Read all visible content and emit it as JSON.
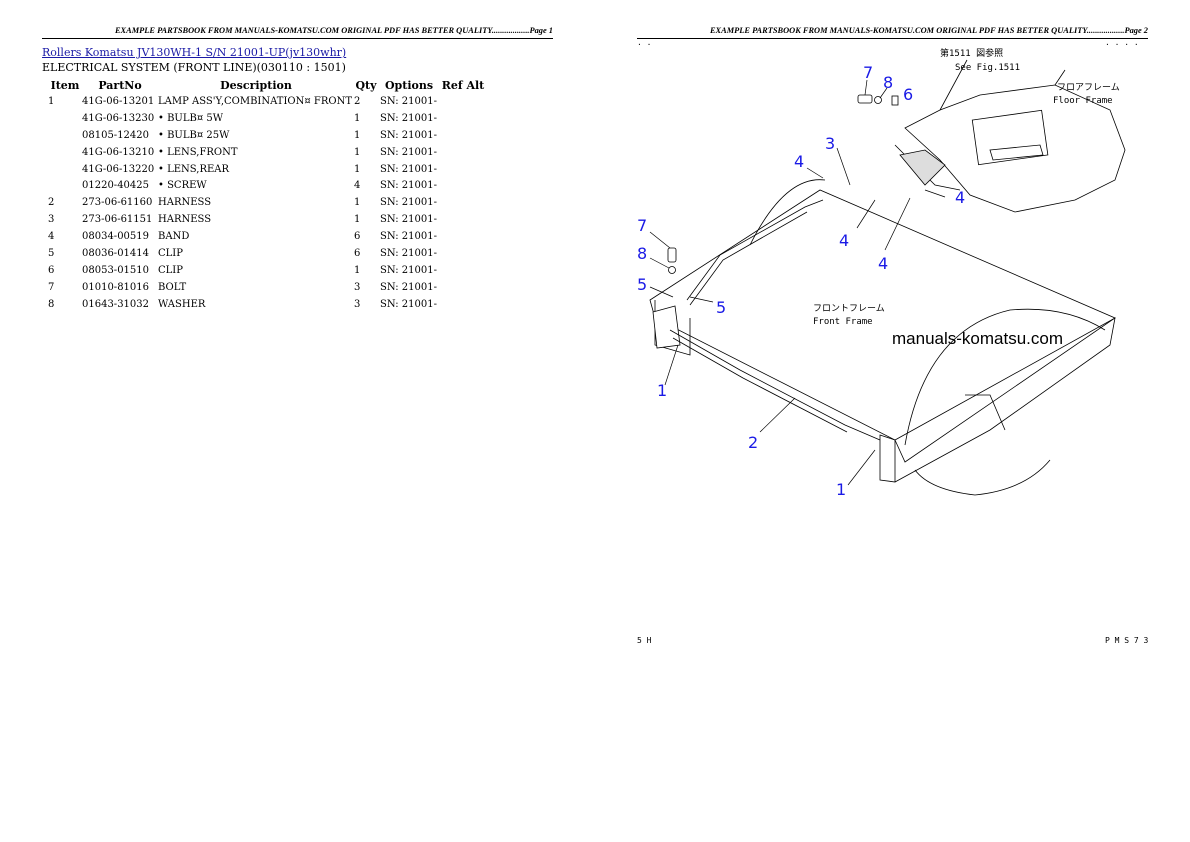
{
  "header": {
    "left": "EXAMPLE PARTSBOOK FROM MANUALS-KOMATSU.COM ORIGINAL PDF HAS BETTER QUALITY..................Page 1",
    "right": "EXAMPLE PARTSBOOK FROM MANUALS-KOMATSU.COM ORIGINAL PDF HAS BETTER QUALITY..................Page 2"
  },
  "doc_title": "Rollers Komatsu JV130WH-1 S/N 21001-UP(jv130whr)",
  "section_title": "ELECTRICAL SYSTEM (FRONT LINE)(030110 : 1501)",
  "columns": [
    "Item",
    "PartNo",
    "Description",
    "Qty",
    "Options",
    "Ref Alt"
  ],
  "rows": [
    {
      "item": "1",
      "part": "41G-06-13201",
      "desc": "LAMP ASS'Y,COMBINATION¤ FRONT",
      "qty": "2",
      "opt": "SN: 21001-",
      "ref": ""
    },
    {
      "item": "",
      "part": "41G-06-13230",
      "desc": "• BULB¤ 5W",
      "qty": "1",
      "opt": "SN: 21001-",
      "ref": ""
    },
    {
      "item": "",
      "part": "08105-12420",
      "desc": "• BULB¤ 25W",
      "qty": "1",
      "opt": "SN: 21001-",
      "ref": ""
    },
    {
      "item": "",
      "part": "41G-06-13210",
      "desc": "• LENS,FRONT",
      "qty": "1",
      "opt": "SN: 21001-",
      "ref": ""
    },
    {
      "item": "",
      "part": "41G-06-13220",
      "desc": "• LENS,REAR",
      "qty": "1",
      "opt": "SN: 21001-",
      "ref": ""
    },
    {
      "item": "",
      "part": "01220-40425",
      "desc": "• SCREW",
      "qty": "4",
      "opt": "SN: 21001-",
      "ref": ""
    },
    {
      "item": "2",
      "part": "273-06-61160",
      "desc": "HARNESS",
      "qty": "1",
      "opt": "SN: 21001-",
      "ref": ""
    },
    {
      "item": "3",
      "part": "273-06-61151",
      "desc": "HARNESS",
      "qty": "1",
      "opt": "SN: 21001-",
      "ref": ""
    },
    {
      "item": "4",
      "part": "08034-00519",
      "desc": "BAND",
      "qty": "6",
      "opt": "SN: 21001-",
      "ref": ""
    },
    {
      "item": "5",
      "part": "08036-01414",
      "desc": "CLIP",
      "qty": "6",
      "opt": "SN: 21001-",
      "ref": ""
    },
    {
      "item": "6",
      "part": "08053-01510",
      "desc": "CLIP",
      "qty": "1",
      "opt": "SN: 21001-",
      "ref": ""
    },
    {
      "item": "7",
      "part": "01010-81016",
      "desc": "BOLT",
      "qty": "3",
      "opt": "SN: 21001-",
      "ref": ""
    },
    {
      "item": "8",
      "part": "01643-31032",
      "desc": "WASHER",
      "qty": "3",
      "opt": "SN: 21001-",
      "ref": ""
    }
  ],
  "diagram": {
    "see_fig_jp": "第1511 図参照",
    "see_fig": "See Fig.1511",
    "floor_frame_jp": "フロアフレーム",
    "floor_frame": "Floor Frame",
    "front_frame_jp": "フロントフレーム",
    "front_frame": "Front Frame",
    "watermark": "manuals-komatsu.com",
    "footer_left": "5 H",
    "footer_right": "P M S 7 3",
    "callouts": {
      "c7a": "7",
      "c8a": "8",
      "c6": "6",
      "c3": "3",
      "c4a": "4",
      "c4b": "4",
      "c4c": "4",
      "c4d": "4",
      "c7b": "7",
      "c8b": "8",
      "c5a": "5",
      "c5b": "5",
      "c1a": "1",
      "c2": "2",
      "c1b": "1"
    }
  }
}
